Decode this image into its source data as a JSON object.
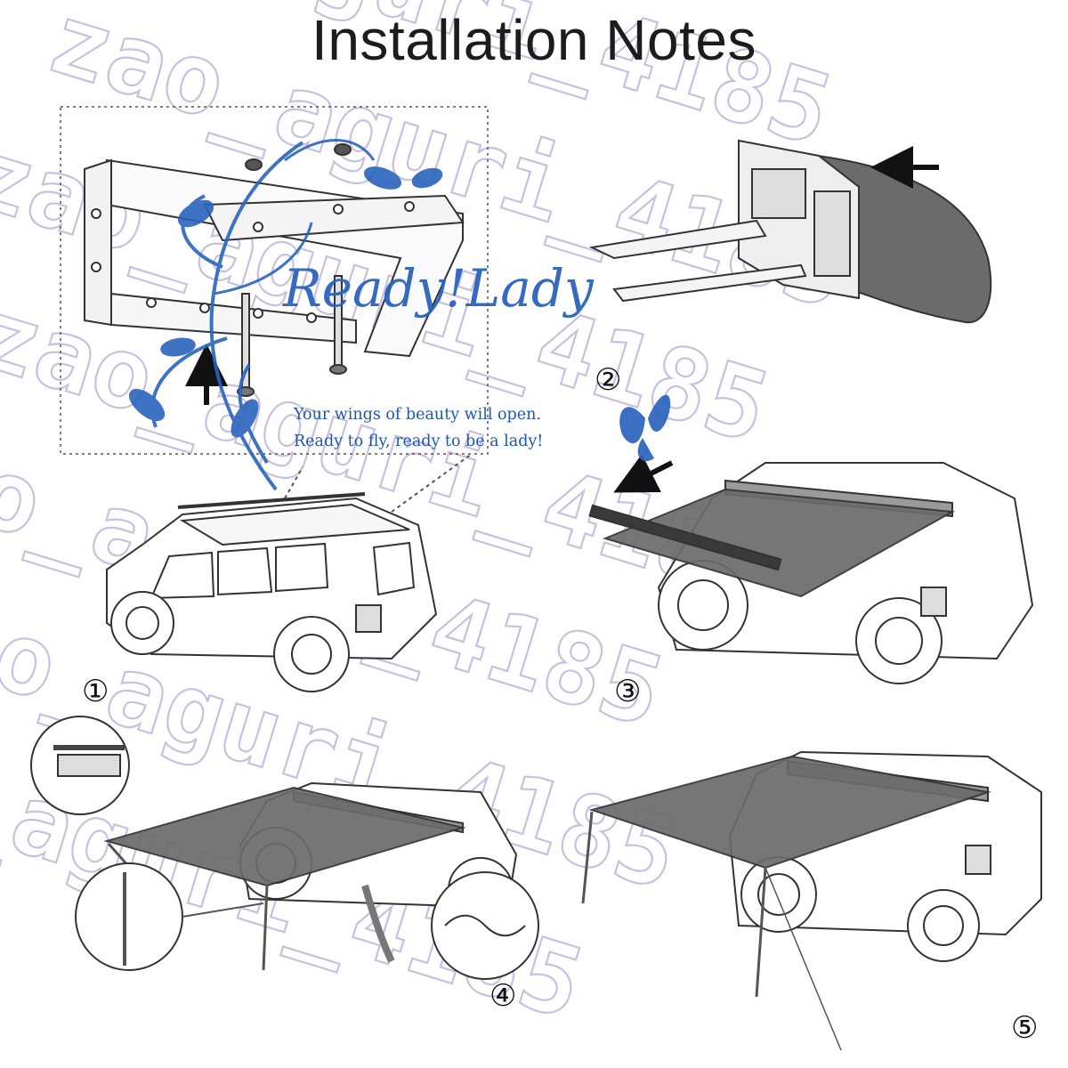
{
  "title": "Installation Notes",
  "steps": [
    "①",
    "②",
    "③",
    "④",
    "⑤"
  ],
  "logo": {
    "brand": "Ready!Lady",
    "tagline_line1": "Your wings of beauty will open.",
    "tagline_line2": "Ready to fly, ready to be a lady!"
  },
  "watermark": "zao_aguri_4185",
  "colors": {
    "awning": "#6b6b6b",
    "line": "#333333",
    "logo_blue": "#2a63bd",
    "watermark": "#c9c0df"
  },
  "icons": [
    "arrow-icon",
    "butterfly-icon",
    "flourish-icon"
  ]
}
